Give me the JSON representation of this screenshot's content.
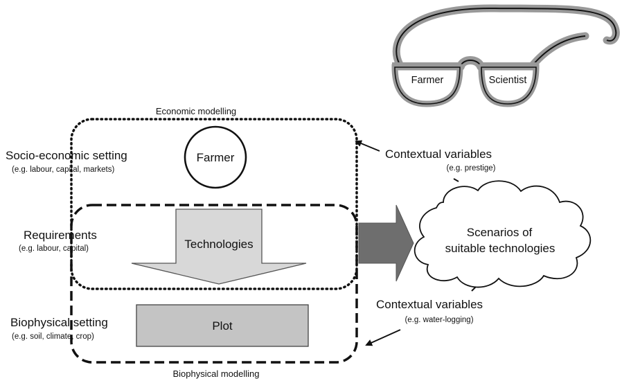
{
  "glasses": {
    "left_lens_label": "Farmer",
    "right_lens_label": "Scientist"
  },
  "economic_modelling": {
    "title": "Economic modelling",
    "setting_label": "Socio-economic setting",
    "setting_example": "(e.g. labour, capital, markets)",
    "actor_label": "Farmer"
  },
  "requirements": {
    "label": "Requirements",
    "example": "(e.g. labour, capital)"
  },
  "technologies_label": "Technologies",
  "biophysical_modelling": {
    "title": "Biophysical modelling",
    "setting_label": "Biophysical setting",
    "setting_example": "(e.g. soil, climate, crop)",
    "plot_label": "Plot"
  },
  "contextual_top": {
    "label": "Contextual variables",
    "example": "(e.g. prestige)"
  },
  "contextual_bottom": {
    "label": "Contextual variables",
    "example": "(e.g. water-logging)"
  },
  "scenarios": {
    "line1": "Scenarios of",
    "line2": "suitable technologies"
  },
  "colors": {
    "stroke": "#111111",
    "arrow_fill": "#6e6e6e",
    "technologies_fill": "#d8d8d8",
    "plot_fill": "#c4c4c4"
  }
}
